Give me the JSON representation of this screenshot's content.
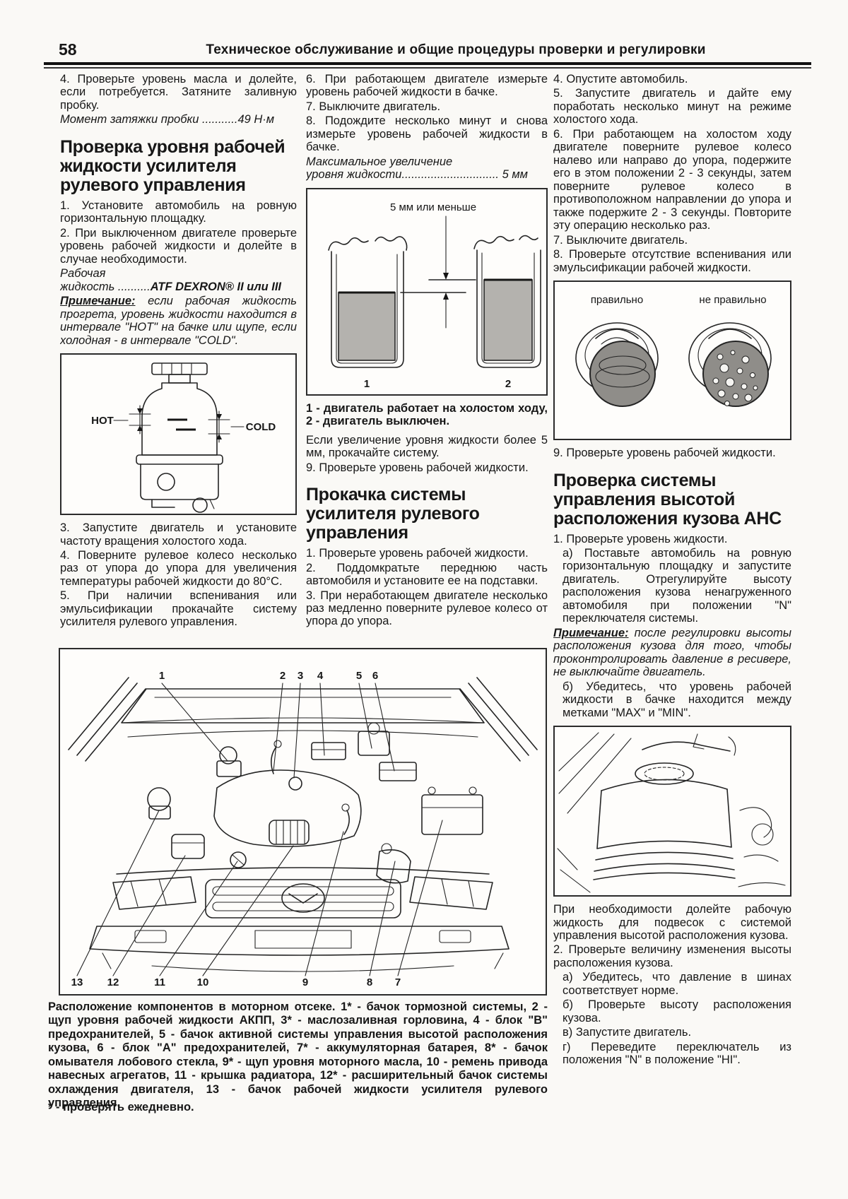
{
  "header": {
    "page_number": "58",
    "title": "Техническое обслуживание и общие процедуры проверки и регулировки"
  },
  "col1": {
    "step_oil_4": "4. Проверьте уровень масла и долейте, если потребуется. Затяните заливную пробку.",
    "torque_spec": "Момент затяжки пробки ...........49 Н·м",
    "heading_ps_level": "Проверка уровня рабочей жидкости усилителя рулевого управления",
    "step1": "1. Установите автомобиль на ровную горизонтальную площадку.",
    "step2": "2. При выключенном двигателе проверьте уровень рабочей жидкости и долейте в случае необходимости.",
    "fluid_spec_line1": "Рабочая",
    "fluid_spec_line2_label": "жидкость ..........",
    "fluid_spec_line2_value": "ATF DEXRON® II или III",
    "note_label": "Примечание:",
    "note_text": " если рабочая жидкость прогрета, уровень жидкости находится в интервале \"HOT\" на бачке или щупе, если холодная - в интервале \"COLD\".",
    "fig_hot_label": "HOT",
    "fig_cold_label": "COLD",
    "step3": "3. Запустите двигатель и установите частоту вращения холостого хода.",
    "step4": "4. Поверните рулевое колесо несколько раз от упора до упора для увеличения температуры рабочей жидкости до 80°C.",
    "step5": "5. При наличии вспенивания или эмульсификации прокачайте систему усилителя рулевого управления."
  },
  "col2": {
    "step6": "6. При работающем двигателе измерьте уровень рабочей жидкости в бачке.",
    "step7": "7. Выключите двигатель.",
    "step8": "8. Подождите несколько минут и снова измерьте уровень рабочей жидкости в бачке.",
    "max_spec_line1": "Максимальное увеличение",
    "max_spec_line2": "уровня жидкости.............................. 5 мм",
    "fig_label": "5 мм или меньше",
    "fig_num1": "1",
    "fig_num2": "2",
    "fig_caption": "1 - двигатель работает на холостом ходу, 2 - двигатель выключен.",
    "after_fig": "Если увеличение уровня жидкости более 5 мм, прокачайте систему.",
    "step9": "9. Проверьте уровень рабочей жидкости.",
    "heading_bleed": "Прокачка системы усилителя рулевого управления",
    "b_step1": "1. Проверьте уровень рабочей жидкости.",
    "b_step2": "2. Поддомкратьте переднюю часть автомобиля и установите ее на подставки.",
    "b_step3": "3. При неработающем двигателе несколько раз медленно поверните рулевое колесо от упора до упора."
  },
  "col3": {
    "step4": "4. Опустите автомобиль.",
    "step5": "5. Запустите двигатель и дайте ему поработать несколько минут на режиме холостого хода.",
    "step6": "6. При работающем на холостом ходу двигателе поверните рулевое колесо налево или направо до упора, подержите его в этом положении 2 - 3 секунды, затем поверните рулевое колесо в противоположном направлении до упора и также подержите 2 - 3 секунды. Повторите эту операцию несколько раз.",
    "step7": "7. Выключите двигатель.",
    "step8": "8. Проверьте отсутствие вспенивания или эмульсификации рабочей жидкости.",
    "fig_correct": "правильно",
    "fig_incorrect": "не правильно",
    "step9": "9. Проверьте уровень рабочей жидкости.",
    "heading_ahc": "Проверка системы управления высотой расположения кузова AHC",
    "a_step1": "1. Проверьте уровень жидкости.",
    "a_step1a": "а) Поставьте автомобиль на ровную горизонтальную площадку и запустите двигатель. Отрегулируйте высоту расположения кузова ненагруженного автомобиля при положении \"N\" переключателя системы.",
    "note_label": "Примечание:",
    "note_text": " после регулировки высоты расположения кузова для того, чтобы проконтролировать давление в ресивере, не выключайте двигатель.",
    "a_step1b": "б) Убедитесь, что уровень рабочей жидкости в бачке находится между метками \"MAX\" и \"MIN\".",
    "refill": "При необходимости долейте рабочую жидкость для подвесок с системой управления высотой расположения кузова.",
    "a_step2": "2. Проверьте величину изменения высоты расположения кузова.",
    "a_step2a": "а) Убедитесь, что давление в шинах соответствует норме.",
    "a_step2b": "б) Проверьте высоту расположения кузова.",
    "a_step2c": "в) Запустите двигатель.",
    "a_step2d": "г) Переведите переключатель из положения \"N\" в положение \"HI\"."
  },
  "engine_figure": {
    "callouts_top": [
      "1",
      "2",
      "3",
      "4",
      "5",
      "6"
    ],
    "callouts_bottom": [
      "13",
      "12",
      "11",
      "10",
      "9",
      "8",
      "7"
    ],
    "caption": "Расположение компонентов в моторном отсеке. 1* - бачок тормозной системы, 2 - щуп уровня рабочей жидкости АКПП, 3* - маслозаливная горловина, 4 - блок \"B\" предохранителей, 5 - бачок активной системы управления высотой расположения кузова, 6 - блок \"A\" предохранителей, 7* - аккумуляторная батарея, 8* - бачок омывателя лобового стекла, 9* - щуп уровня моторного масла, 10 - ремень привода навесных агрегатов, 11 - крышка радиатора, 12* - расширительный бачок системы охлаждения двигателя, 13 - бачок рабочей жидкости усилителя рулевого управления.",
    "footnote": "* - проверять ежедневно."
  }
}
